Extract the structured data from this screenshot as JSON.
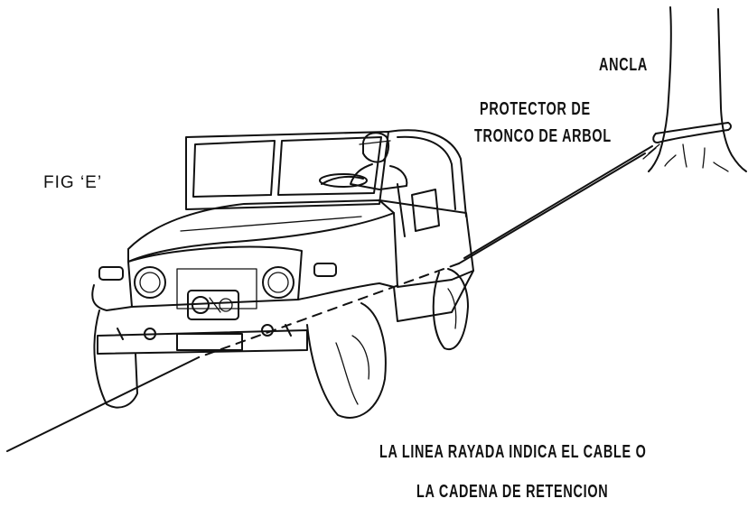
{
  "labels": {
    "anchor": "ANCLA",
    "protector_line1": "PROTECTOR DE",
    "protector_line2": "TRONCO DE ARBOL",
    "figure": "FIG ‘E’",
    "caption_line1": "LA LINEA RAYADA INDICA EL CABLE O",
    "caption_line2": "LA CADENA DE RETENCION"
  },
  "colors": {
    "ink": "#111111",
    "background": "#ffffff"
  }
}
